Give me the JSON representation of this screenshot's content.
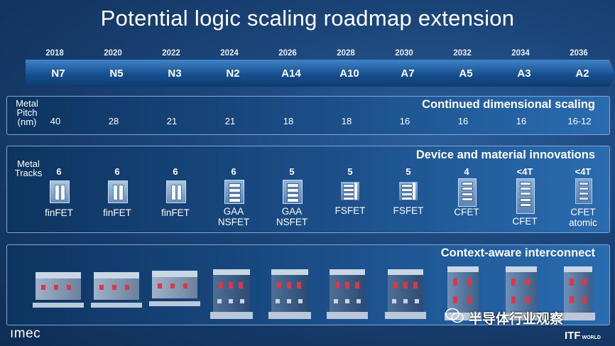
{
  "title": "Potential logic scaling roadmap extension",
  "years": [
    "2018",
    "2020",
    "2022",
    "2024",
    "2026",
    "2028",
    "2030",
    "2032",
    "2034",
    "2036"
  ],
  "nodes": [
    "N7",
    "N5",
    "N3",
    "N2",
    "A14",
    "A10",
    "A7",
    "A5",
    "A3",
    "A2"
  ],
  "pitch": {
    "label_line1": "Metal",
    "label_line2": "Pitch",
    "label_line3": "(nm)",
    "title": "Continued dimensional scaling",
    "values": [
      "40",
      "28",
      "21",
      "21",
      "18",
      "18",
      "16",
      "16",
      "16",
      "16-12"
    ]
  },
  "devices": {
    "label_line1": "Metal",
    "label_line2": "Tracks",
    "title": "Device and material innovations",
    "tracks": [
      "6",
      "6",
      "6",
      "6",
      "5",
      "5",
      "5",
      "4",
      "<4T",
      "<4T"
    ],
    "names_line1": [
      "finFET",
      "finFET",
      "finFET",
      "GAA",
      "GAA",
      "FSFET",
      "FSFET",
      "CFET",
      "CFET",
      "CFET"
    ],
    "names_line2": [
      "",
      "",
      "",
      "NSFET",
      "NSFET",
      "",
      "",
      "",
      "",
      "atomic"
    ],
    "icons": [
      "finfet-icon",
      "finfet-icon",
      "finfet-icon",
      "nanosheet-icon",
      "nanosheet-icon",
      "forksheet-icon",
      "forksheet-icon",
      "cfet-icon",
      "cfet-icon",
      "cfet-atomic-icon"
    ]
  },
  "interconnect": {
    "title": "Context-aware interconnect"
  },
  "footer": {
    "logo": "ımec",
    "watermark": "半导体行业观察",
    "itf": "ITF",
    "itf_small": "WORLD"
  },
  "colors": {
    "background": "#1a4376",
    "chevron": "#16508f",
    "panel_border": "#7ea8d8",
    "metal_red": "#d63a4a"
  }
}
